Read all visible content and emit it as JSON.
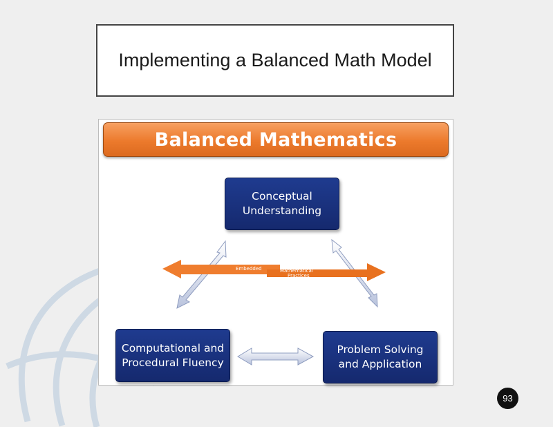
{
  "slide": {
    "title": "Implementing a Balanced Math Model",
    "page_number": "93"
  },
  "diagram": {
    "banner": "Balanced Mathematics",
    "nodes": {
      "top": {
        "line1": "Conceptual",
        "line2": "Understanding"
      },
      "left": {
        "line1": "Computational and",
        "line2": "Procedural Fluency"
      },
      "right": {
        "line1": "Problem Solving",
        "line2": "and Application"
      }
    },
    "band": {
      "left_text": "Embedded",
      "right_line1": "Mathematical",
      "right_line2": "Practices"
    }
  },
  "colors": {
    "banner_orange": "#ec7a2c",
    "node_navy": "#1a3380",
    "band_orange": "#ef7d2e",
    "arrow_light": "#dfe5f3"
  }
}
